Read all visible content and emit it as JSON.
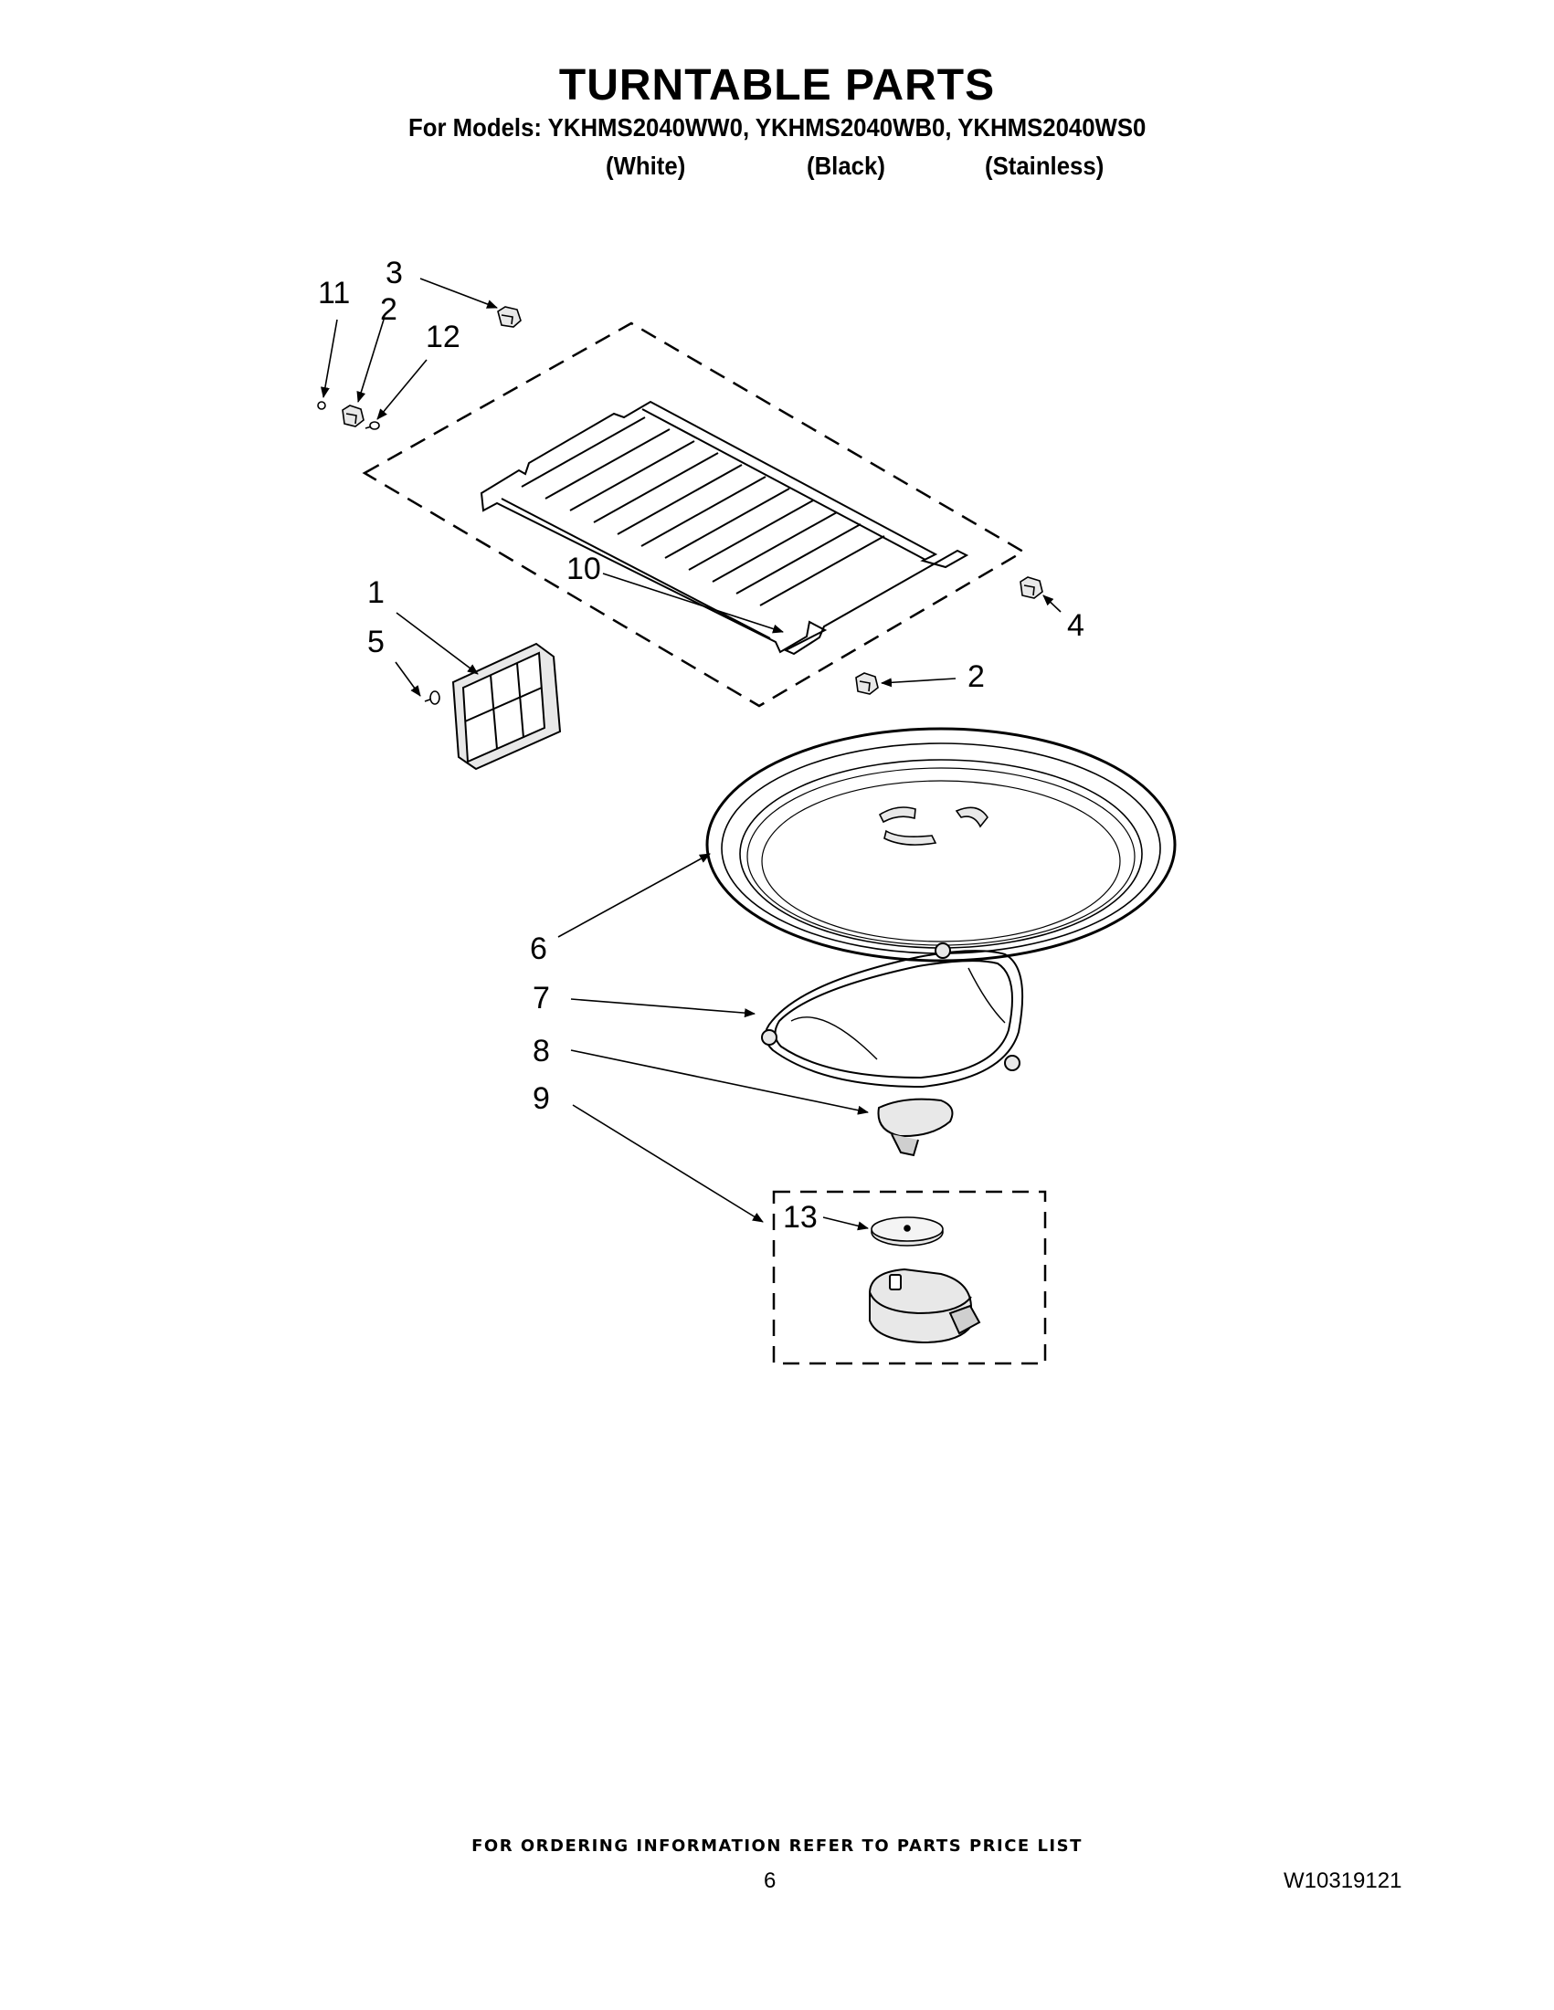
{
  "header": {
    "title": "TURNTABLE PARTS",
    "models_line": "For Models: YKHMS2040WW0, YKHMS2040WB0, YKHMS2040WS0",
    "variants": [
      "(White)",
      "(Black)",
      "(Stainless)"
    ]
  },
  "callouts": {
    "c1": "1",
    "c2a": "2",
    "c2b": "2",
    "c3": "3",
    "c4": "4",
    "c5": "5",
    "c6": "6",
    "c7": "7",
    "c8": "8",
    "c9": "9",
    "c10": "10",
    "c11": "11",
    "c12": "12",
    "c13": "13"
  },
  "footer": {
    "note": "FOR ORDERING INFORMATION REFER TO PARTS PRICE LIST",
    "page_number": "6",
    "doc_number": "W10319121"
  },
  "colors": {
    "ink": "#000000",
    "background": "#ffffff",
    "part_fill": "#e8e8e8",
    "part_shadow": "#9a9a9a"
  }
}
